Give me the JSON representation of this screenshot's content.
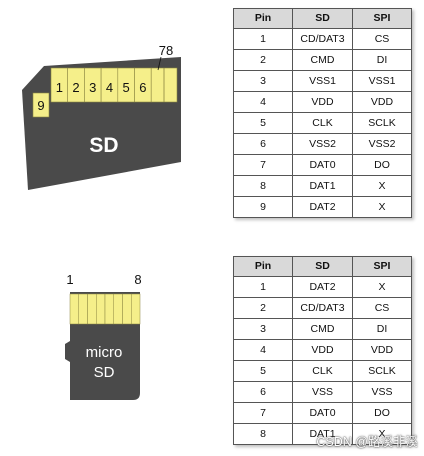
{
  "sd_card": {
    "label": "SD",
    "pin_numbers": [
      "1",
      "2",
      "3",
      "4",
      "5",
      "6"
    ],
    "pin9_label": "9",
    "pin78_label": "78"
  },
  "micro_card": {
    "label_line1": "micro",
    "label_line2": "SD",
    "pin_first_label": "1",
    "pin_last_label": "8"
  },
  "sd_table": {
    "headers": [
      "Pin",
      "SD",
      "SPI"
    ],
    "rows": [
      [
        "1",
        "CD/DAT3",
        "CS"
      ],
      [
        "2",
        "CMD",
        "DI"
      ],
      [
        "3",
        "VSS1",
        "VSS1"
      ],
      [
        "4",
        "VDD",
        "VDD"
      ],
      [
        "5",
        "CLK",
        "SCLK"
      ],
      [
        "6",
        "VSS2",
        "VSS2"
      ],
      [
        "7",
        "DAT0",
        "DO"
      ],
      [
        "8",
        "DAT1",
        "X"
      ],
      [
        "9",
        "DAT2",
        "X"
      ]
    ]
  },
  "micro_table": {
    "headers": [
      "Pin",
      "SD",
      "SPI"
    ],
    "rows": [
      [
        "1",
        "DAT2",
        "X"
      ],
      [
        "2",
        "CD/DAT3",
        "CS"
      ],
      [
        "3",
        "CMD",
        "DI"
      ],
      [
        "4",
        "VDD",
        "VDD"
      ],
      [
        "5",
        "CLK",
        "SCLK"
      ],
      [
        "6",
        "VSS",
        "VSS"
      ],
      [
        "7",
        "DAT0",
        "DO"
      ],
      [
        "8",
        "DAT1",
        "X"
      ]
    ]
  },
  "watermark": "CSDN @路溪非溪",
  "colors": {
    "card_body": "#4a4a4a",
    "pin_yellow": "#f5ef8a",
    "pin_border": "#8a8540",
    "header_bg": "#d9d9d9"
  }
}
